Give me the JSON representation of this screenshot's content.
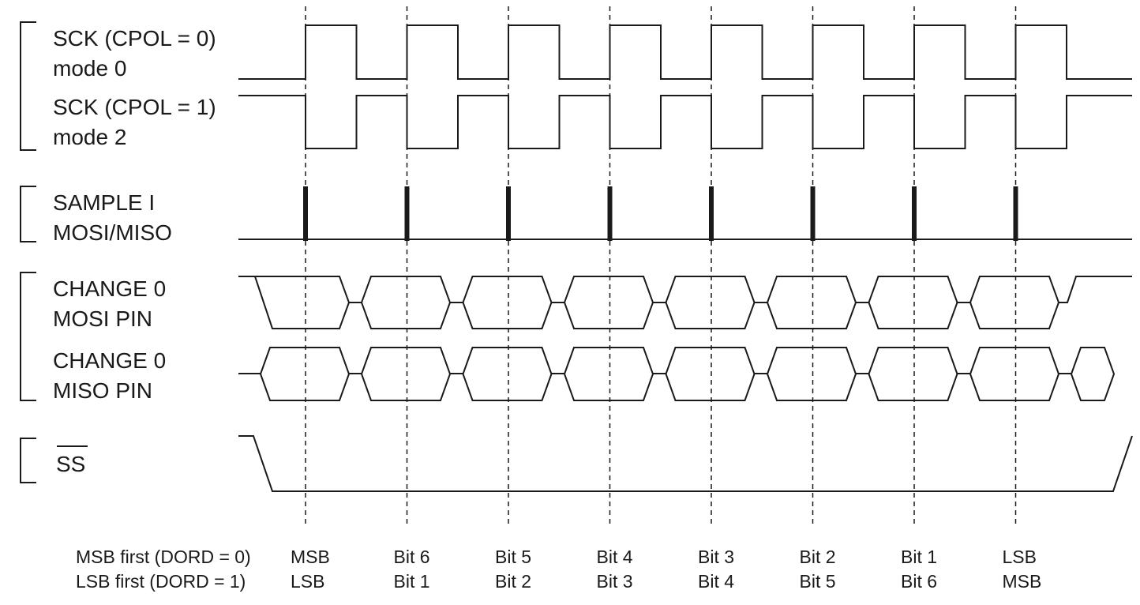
{
  "labels": {
    "sck0_line1": "SCK (CPOL = 0)",
    "sck0_line2": "mode 0",
    "sck1_line1": "SCK (CPOL = 1)",
    "sck1_line2": "mode 2",
    "sample_line1": "SAMPLE I",
    "sample_line2": "MOSI/MISO",
    "mosi_line1": "CHANGE 0",
    "mosi_line2": "MOSI PIN",
    "miso_line1": "CHANGE 0",
    "miso_line2": "MISO PIN",
    "ss": "SS"
  },
  "bit_order": {
    "msb_first_label": "MSB first (DORD = 0)",
    "lsb_first_label": "LSB first (DORD = 1)",
    "msb_first": [
      "MSB",
      "Bit 6",
      "Bit 5",
      "Bit 4",
      "Bit 3",
      "Bit 2",
      "Bit 1",
      "LSB"
    ],
    "lsb_first": [
      "LSB",
      "Bit 1",
      "Bit 2",
      "Bit 3",
      "Bit 4",
      "Bit 5",
      "Bit 6",
      "MSB"
    ]
  },
  "colors": {
    "ink": "#1a1a1a",
    "background": "#ffffff"
  }
}
